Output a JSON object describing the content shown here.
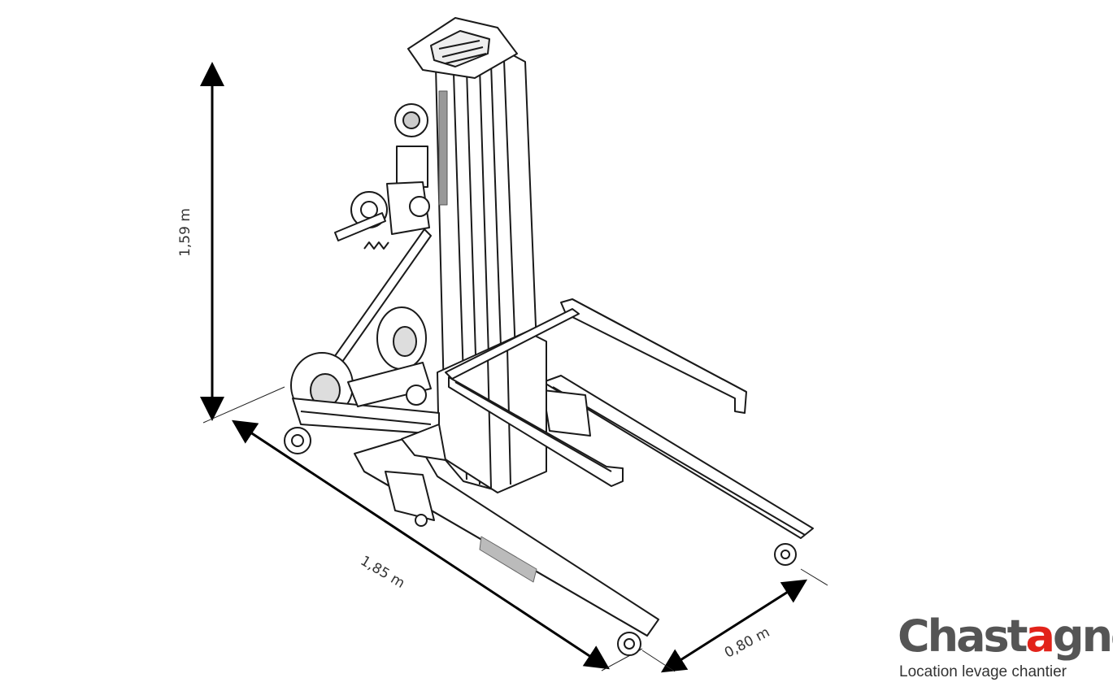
{
  "dimensions": {
    "height_label": "1,59 m",
    "length_label": "1,85 m",
    "width_label": "0,80 m"
  },
  "logo": {
    "brand_part1": "Chast",
    "brand_accent": "a",
    "brand_part2": "gner",
    "tagline": "Location levage chantier",
    "accent_color": "#e2231a",
    "text_color": "#555555"
  },
  "icons": {
    "main_illustration": "material-lift-icon"
  }
}
